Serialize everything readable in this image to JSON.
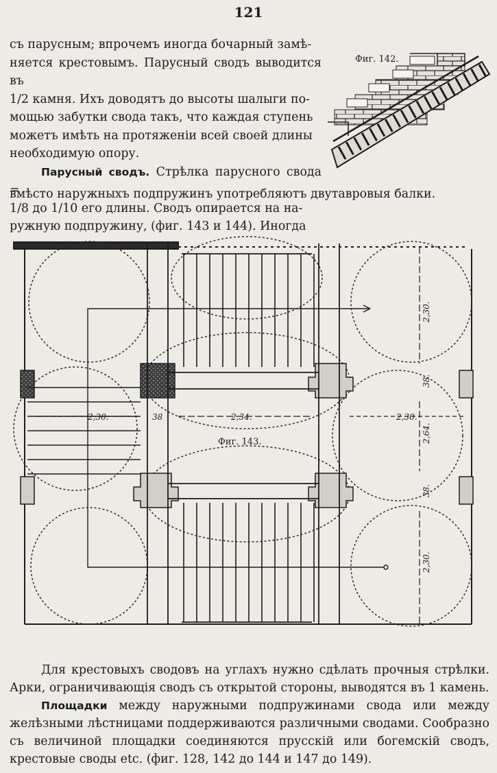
{
  "page_number": "121",
  "top_paragraph": {
    "lines": [
      "съ парусным; впрочемъ иногда бочарный замѣ-",
      "няется крестовымъ. Парусный сводъ выводится въ",
      "1/2 камня. Ихъ доводятъ до высоты шалыги по-",
      "мощью забутки свода такъ, что каждая ступень",
      "можетъ имѣть на протяженіи всей своей длины",
      "необходимую опору."
    ]
  },
  "sail_vault": {
    "heading": "Парусный сводъ.",
    "lines": [
      " Стрѣлка парусного свода =",
      "1/8 до 1/10 его длины. Сводъ опирается на на-",
      "ружную подпружину, (фиг. 143 и 144). Иногда"
    ],
    "last_line": "вмѣсто наружныхъ подпружинъ употребляютъ двутавровыя балки."
  },
  "figure_142": {
    "caption": "Фиг. 142."
  },
  "figure_143": {
    "caption": "Фиг. 143.",
    "dimensions": {
      "right_top": "2,30.",
      "right_mid_small": "38.",
      "right_mid_vertical": "2,64.",
      "right_lower_small": "38.",
      "right_bottom": "2,30.",
      "left_horizontal": "2,30.",
      "left_small": "38",
      "center_horizontal": "2,34.",
      "right_horizontal": "2,30."
    }
  },
  "bottom_paragraphs": [
    {
      "indent": true,
      "text": "Для крестовыхъ сводовъ на углахъ нужно сдѣлать прочныя стрѣлки. Арки, ограничивающія сводъ съ открытой стороны, выводятся въ 1 камень."
    }
  ],
  "landings": {
    "heading": "Площадки",
    "text": " между наружными подпружинами свода или между желѣзными лѣстницами поддерживаются различными сводами. Сообразно съ величиной площадки соединяются прусскій или богемскій сводъ, крестовые своды etc. (фиг. 128, 142 до 144 и 147 до 149)."
  }
}
